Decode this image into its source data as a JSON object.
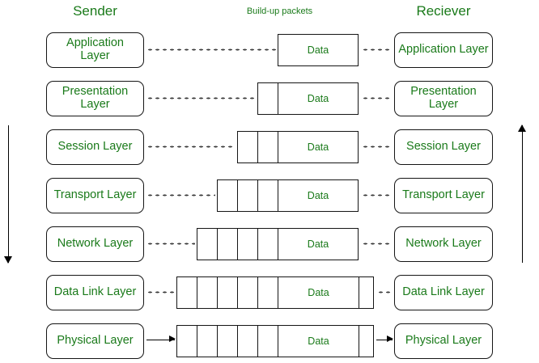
{
  "diagram": {
    "title": "OSI Model Encapsulation - Sender to Receiver",
    "accent_color": "#1a7a1a",
    "line_color": "#151515"
  },
  "headings": {
    "sender": "Sender",
    "middle": "Build-up packets",
    "receiver": "Reciever"
  },
  "data_label": "Data",
  "flow": {
    "left_arrow_direction": "down",
    "right_arrow_direction": "up"
  },
  "layers": [
    {
      "name": "Application Layer",
      "sender_label": "Application Layer",
      "receiver_label": "Application Layer",
      "header_cells": 0,
      "trailer_cells": 0,
      "connector": "dotted"
    },
    {
      "name": "Presentation Layer",
      "sender_label": "Presentation Layer",
      "receiver_label": "Presentation Layer",
      "header_cells": 1,
      "trailer_cells": 0,
      "connector": "dotted"
    },
    {
      "name": "Session Layer",
      "sender_label": "Session Layer",
      "receiver_label": "Session Layer",
      "header_cells": 2,
      "trailer_cells": 0,
      "connector": "dotted"
    },
    {
      "name": "Transport Layer",
      "sender_label": "Transport Layer",
      "receiver_label": "Transport Layer",
      "header_cells": 3,
      "trailer_cells": 0,
      "connector": "dotted"
    },
    {
      "name": "Network Layer",
      "sender_label": "Network Layer",
      "receiver_label": "Network Layer",
      "header_cells": 4,
      "trailer_cells": 0,
      "connector": "dotted"
    },
    {
      "name": "Data Link Layer",
      "sender_label": "Data Link Layer",
      "receiver_label": "Data Link Layer",
      "header_cells": 5,
      "trailer_cells": 1,
      "connector": "dotted"
    },
    {
      "name": "Physical Layer",
      "sender_label": "Physical Layer",
      "receiver_label": "Physical Layer",
      "header_cells": 5,
      "trailer_cells": 1,
      "connector": "arrow"
    }
  ]
}
